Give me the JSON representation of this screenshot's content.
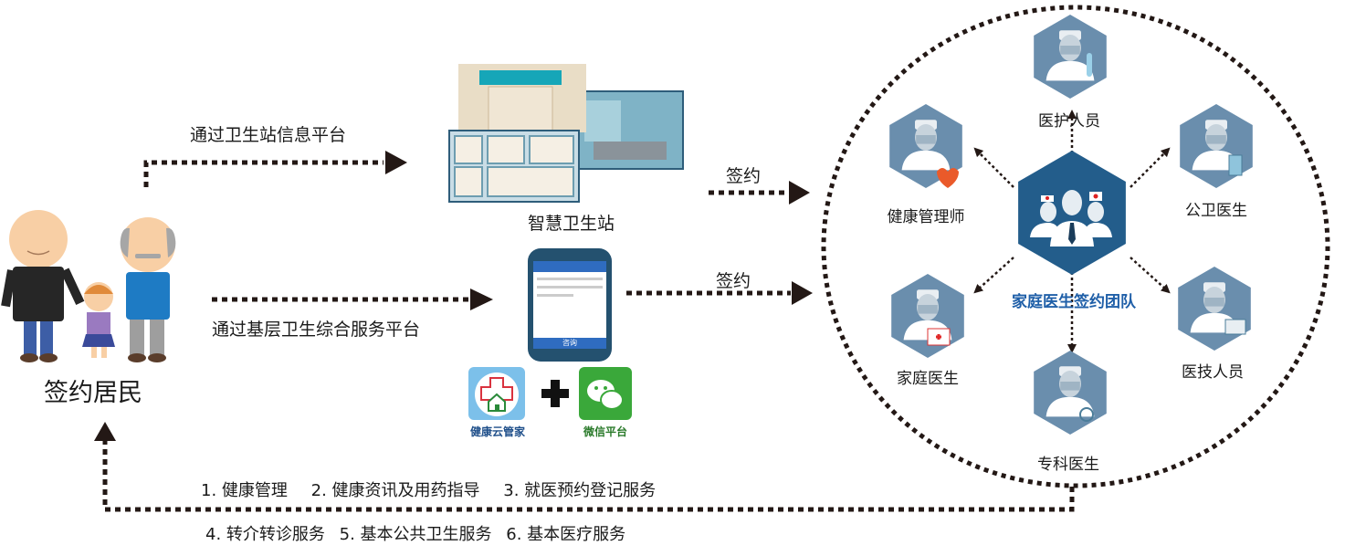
{
  "resident": {
    "label": "签约居民"
  },
  "channels": [
    {
      "label": "通过卫生站信息平台"
    },
    {
      "label": "通过基层卫生综合服务平台"
    }
  ],
  "smart_station": {
    "label": "智慧卫生站",
    "sign_label": "签约",
    "sign_text": "智慧卫生站"
  },
  "mobile": {
    "sign_label": "签约",
    "screen_button": "咨询",
    "apps": [
      {
        "name": "健康云管家",
        "color": "#1f4f8a",
        "icon": "home-cross-icon"
      },
      {
        "name": "微信平台",
        "color": "#2a7a2a",
        "icon": "wechat-icon"
      }
    ],
    "plus": "+"
  },
  "team": {
    "label": "家庭医生签约团队",
    "label_color": "#1f5fa8",
    "center_color": "#235d8b",
    "role_color": "#6a8ead",
    "roles": [
      {
        "name": "医护人员",
        "icon": "nurse-thermometer-icon"
      },
      {
        "name": "公卫医生",
        "icon": "public-health-doctor-icon"
      },
      {
        "name": "医技人员",
        "icon": "medical-technician-icon"
      },
      {
        "name": "专科医生",
        "icon": "stethoscope-doctor-icon"
      },
      {
        "name": "家庭医生",
        "icon": "first-aid-doctor-icon"
      },
      {
        "name": "健康管理师",
        "icon": "heart-health-manager-icon"
      }
    ]
  },
  "services": {
    "row1": [
      "1. 健康管理",
      "2. 健康资讯及用药指导",
      "3. 就医预约登记服务"
    ],
    "row2": [
      "4. 转介转诊服务",
      "5. 基本公共卫生服务",
      "6. 基本医疗服务"
    ]
  }
}
